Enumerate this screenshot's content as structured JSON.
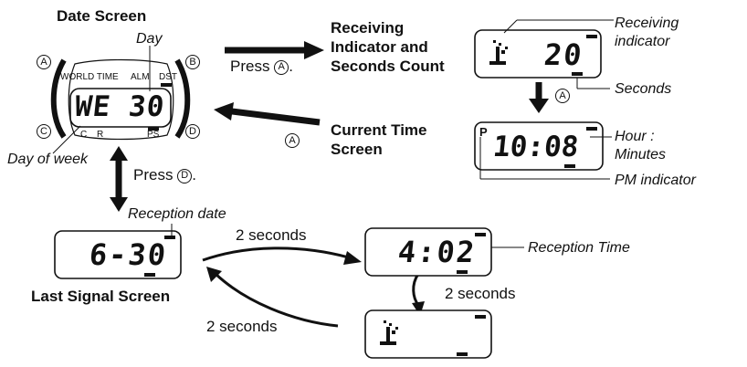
{
  "labels": {
    "date_screen": "Date Screen",
    "day": "Day",
    "day_of_week": "Day of week",
    "press_a_prefix": "Press",
    "press_a_suffix": ".",
    "press_d_prefix": "Press",
    "press_d_suffix": ".",
    "receiving_line1": "Receiving",
    "receiving_line2": "Indicator and",
    "receiving_line3": "Seconds Count",
    "current_line1": "Current Time",
    "current_line2": "Screen",
    "receiving_indicator_line1": "Receiving",
    "receiving_indicator_line2": "indicator",
    "seconds": "Seconds",
    "hour_minutes_line1": "Hour :",
    "hour_minutes_line2": "Minutes",
    "pm_indicator": "PM indicator",
    "reception_date": "Reception date",
    "reception_time": "Reception Time",
    "last_signal_screen": "Last Signal Screen",
    "two_seconds_top": "2 seconds",
    "two_seconds_right": "2 seconds",
    "two_seconds_bottom": "2 seconds"
  },
  "watch": {
    "world_time": "WORLD TIME",
    "alm": "ALM",
    "dst": "DST",
    "c_label": "C",
    "r_label": "R",
    "ps": "PS",
    "display": "WE 30"
  },
  "buttons": {
    "a": "A",
    "b": "B",
    "c": "C",
    "d": "D"
  },
  "screens": {
    "seconds_count": "20",
    "current_time": "10:08",
    "pm_mark": "P",
    "reception_date": "6-30",
    "reception_time": "4:02"
  }
}
